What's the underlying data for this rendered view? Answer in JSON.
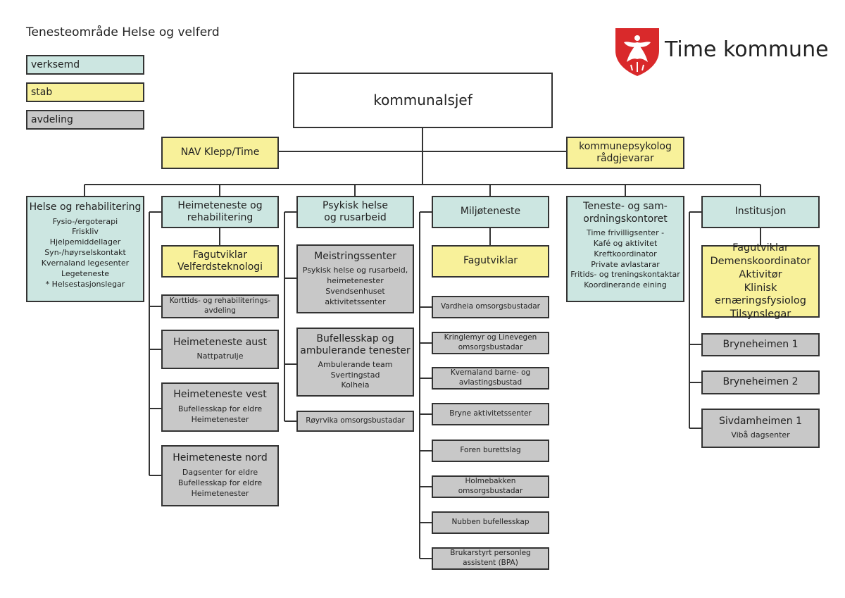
{
  "title": "Tenesteområde Helse og velferd",
  "brand": "Time kommune",
  "colors": {
    "verksemd": "#cce6e1",
    "stab": "#f8f19a",
    "avdeling": "#c8c8c8"
  },
  "legend": {
    "verksemd": "verksemd",
    "stab": "stab",
    "avdeling": "avdeling"
  },
  "top": {
    "head": "kommunalsjef",
    "left_staff": "NAV Klepp/Time",
    "right_staff": [
      "kommunepsykolog",
      "rådgjevarar"
    ]
  },
  "col1": {
    "title": "Helse og rehabilitering",
    "items": [
      "Fysio-/ergoterapi",
      "Friskliv",
      "Hjelpemiddellager",
      "Syn-/høyrselskontakt",
      "Kvernaland legesenter",
      "Legeteneste",
      "* Helsestasjonslegar"
    ]
  },
  "col2": {
    "title": [
      "Heimeteneste og",
      "rehabilitering"
    ],
    "staff": [
      "Fagutviklar",
      "Velferdsteknologi"
    ],
    "units": [
      {
        "title": [
          "Korttids- og rehabiliterings-",
          "avdeling"
        ],
        "items": []
      },
      {
        "title": [
          "Heimeteneste aust"
        ],
        "items": [
          "Nattpatrulje"
        ]
      },
      {
        "title": [
          "Heimeteneste vest"
        ],
        "items": [
          "Bufellesskap for eldre",
          "Heimetenester"
        ]
      },
      {
        "title": [
          "Heimeteneste nord"
        ],
        "items": [
          "Dagsenter for eldre",
          "Bufellesskap for eldre",
          "Heimetenester"
        ]
      }
    ]
  },
  "col3": {
    "title": [
      "Psykisk helse",
      "og rusarbeid"
    ],
    "units": [
      {
        "title": [
          "Meistringssenter"
        ],
        "items": [
          "Psykisk helse og rusarbeid,",
          "heimetenester",
          "Svendsenhuset",
          "aktivitetssenter"
        ]
      },
      {
        "title": [
          "Bufellesskap og",
          "ambulerande tenester"
        ],
        "items": [
          "Ambulerande team",
          "Svertingstad",
          "Kolheia"
        ]
      },
      {
        "title": [
          "Røyrvika omsorgsbustadar"
        ],
        "items": []
      }
    ]
  },
  "col4": {
    "title": "Miljøteneste",
    "staff": "Fagutviklar",
    "units": [
      [
        "Vardheia omsorgsbustadar"
      ],
      [
        "Kringlemyr og Linevegen",
        "omsorgsbustadar"
      ],
      [
        "Kvernaland barne- og",
        "avlastingsbustad"
      ],
      [
        "Bryne aktivitetssenter"
      ],
      [
        "Foren burettslag"
      ],
      [
        "Holmebakken omsorgsbustadar"
      ],
      [
        "Nubben bufellesskap"
      ],
      [
        "Brukarstyrt personleg",
        "assistent (BPA)"
      ]
    ]
  },
  "col5": {
    "title": [
      "Teneste- og sam-",
      "ordningskontoret"
    ],
    "items": [
      "Time frivilligsenter -",
      "Kafé og aktivitet",
      "Kreftkoordinator",
      "Private avlastarar",
      "Fritids- og treningskontaktar",
      "Koordinerande eining"
    ]
  },
  "col6": {
    "title": "Institusjon",
    "staff": [
      "Fagutviklar",
      "Demenskoordinator",
      "Aktivitør",
      "Klinisk ernæringsfysiolog",
      "Tilsynslegar"
    ],
    "units": [
      {
        "title": "Bryneheimen 1",
        "items": []
      },
      {
        "title": "Bryneheimen 2",
        "items": []
      },
      {
        "title": "Sivdamheimen 1",
        "items": [
          "Vibå dagsenter"
        ]
      }
    ]
  }
}
